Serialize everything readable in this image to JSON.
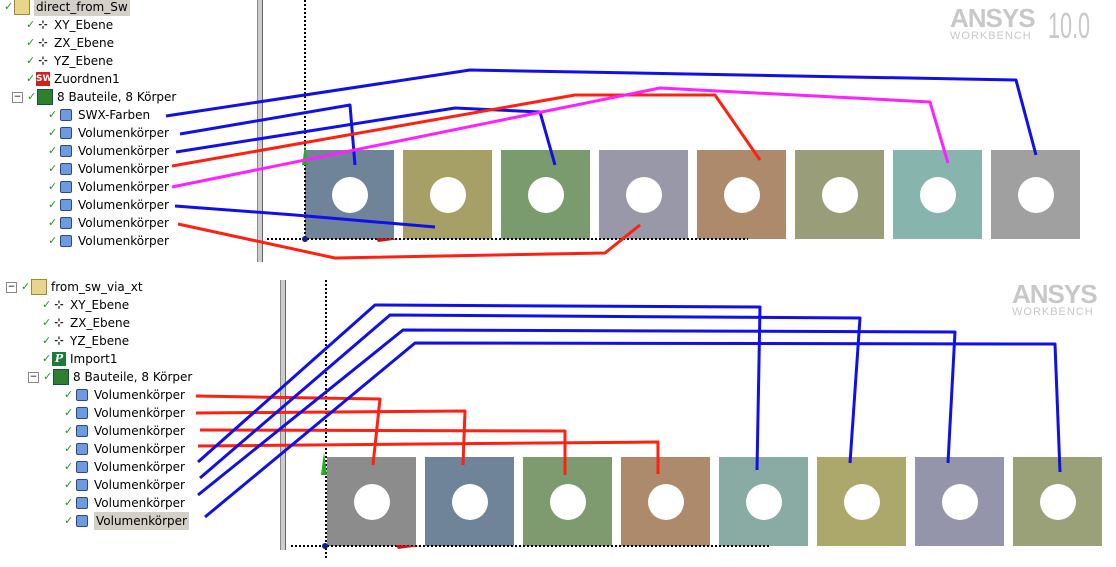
{
  "top": {
    "root": "direct_from_Sw",
    "items": [
      "XY_Ebene",
      "ZX_Ebene",
      "YZ_Ebene",
      "Zuordnen1"
    ],
    "group": "8 Bauteile, 8 Körper",
    "bodies": [
      "SWX-Farben",
      "Volumenkörper",
      "Volumenkörper",
      "Volumenkörper",
      "Volumenkörper",
      "Volumenkörper",
      "Volumenkörper",
      "Volumenkörper"
    ],
    "colors": [
      "#6f8399",
      "#a69f66",
      "#7a9b6e",
      "#9898a8",
      "#ae8a6c",
      "#9a9e78",
      "#88b4ae",
      "#a0a0a0"
    ]
  },
  "bottom": {
    "root": "from_sw_via_xt",
    "items": [
      "XY_Ebene",
      "ZX_Ebene",
      "YZ_Ebene",
      "Import1"
    ],
    "group": "8 Bauteile, 8 Körper",
    "bodies": [
      "Volumenkörper",
      "Volumenkörper",
      "Volumenkörper",
      "Volumenkörper",
      "Volumenkörper",
      "Volumenkörper",
      "Volumenkörper",
      "Volumenkörper"
    ],
    "colors": [
      "#8c8c8c",
      "#6f8399",
      "#7d9b6e",
      "#ae8a6c",
      "#8aaaa4",
      "#aca76a",
      "#9494aa",
      "#9aa078"
    ]
  },
  "logo": {
    "brand": "ANSYS",
    "product": "WORKBENCH",
    "version": "10.0"
  },
  "annotation_colors": {
    "blue": "#1010e8",
    "red": "#ff2010",
    "magenta": "#ff20ff"
  }
}
